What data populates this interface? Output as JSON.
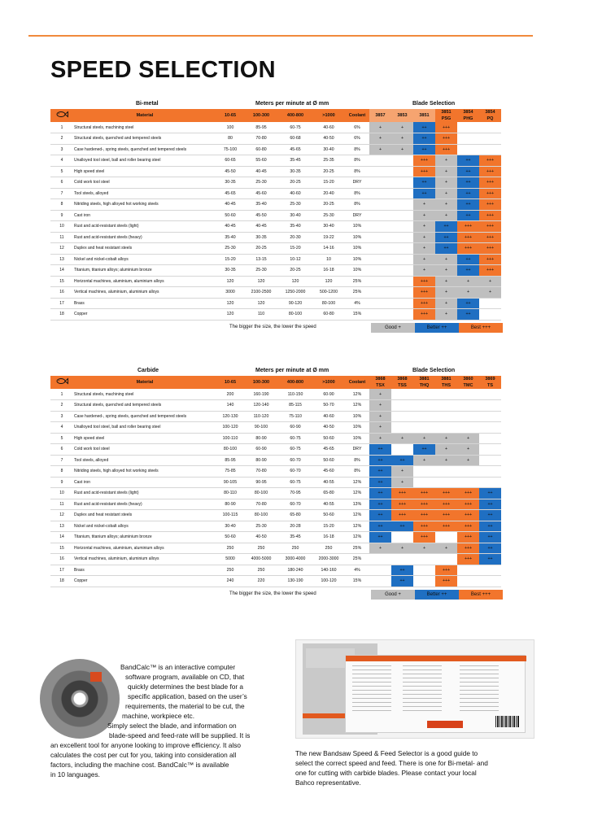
{
  "page": {
    "title": "SPEED SELECTION"
  },
  "bimetal": {
    "section_label": "Bi-metal",
    "speed_label": "Meters per minute at Ø mm",
    "blade_label": "Blade Selection",
    "headers": {
      "material": "Material",
      "speeds": [
        "10-65",
        "100-300",
        "400-800",
        ">1000"
      ],
      "coolant": "Coolant",
      "blades": [
        "3857",
        "3853",
        "3851",
        "3851\nPSG",
        "3854\nPHG",
        "3854\nPQ"
      ]
    },
    "rows": [
      {
        "num": "1",
        "material": "Structural steels, machining steel",
        "speeds": [
          "100",
          "85-95",
          "60-75",
          "40-60"
        ],
        "coolant": "6%",
        "blades": [
          "+",
          "+",
          "++",
          "+++",
          "",
          ""
        ]
      },
      {
        "num": "2",
        "material": "Structural steels, quenched and tempered steels",
        "speeds": [
          "80",
          "70-80",
          "60-68",
          "40-50"
        ],
        "coolant": "6%",
        "blades": [
          "+",
          "+",
          "++",
          "+++",
          "",
          ""
        ]
      },
      {
        "num": "3",
        "material": "Case hardened-, spring steels, quenched and tempered steels",
        "speeds": [
          "75-100",
          "60-80",
          "45-65",
          "30-40"
        ],
        "coolant": "8%",
        "blades": [
          "+",
          "+",
          "++",
          "+++",
          "",
          ""
        ]
      },
      {
        "num": "4",
        "material": "Unalloyed tool steel, ball and roller bearing steel",
        "speeds": [
          "60-65",
          "55-60",
          "35-45",
          "25-35"
        ],
        "coolant": "8%",
        "blades": [
          "",
          "",
          "+++",
          "+",
          "++",
          "+++"
        ]
      },
      {
        "num": "5",
        "material": "High speed steel",
        "speeds": [
          "45-50",
          "40-45",
          "30-35",
          "20-25"
        ],
        "coolant": "8%",
        "blades": [
          "",
          "",
          "+++",
          "+",
          "++",
          "+++"
        ]
      },
      {
        "num": "6",
        "material": "Cold work tool steel",
        "speeds": [
          "30-35",
          "25-30",
          "20-25",
          "15-20"
        ],
        "coolant": "DRY",
        "blades": [
          "",
          "",
          "++",
          "+",
          "++",
          "+++"
        ]
      },
      {
        "num": "7",
        "material": "Tool steels, alloyed",
        "speeds": [
          "45-65",
          "45-60",
          "40-60",
          "20-40"
        ],
        "coolant": "8%",
        "blades": [
          "",
          "",
          "++",
          "+",
          "++",
          "+++"
        ]
      },
      {
        "num": "8",
        "material": "Nitriding steels, high alloyed hot working steels",
        "speeds": [
          "40-45",
          "35-40",
          "25-30",
          "20-25"
        ],
        "coolant": "8%",
        "blades": [
          "",
          "",
          "+",
          "+",
          "++",
          "+++"
        ]
      },
      {
        "num": "9",
        "material": "Cast iron",
        "speeds": [
          "50-60",
          "45-50",
          "30-40",
          "25-30"
        ],
        "coolant": "DRY",
        "blades": [
          "",
          "",
          "+",
          "+",
          "++",
          "+++"
        ]
      },
      {
        "num": "10",
        "material": "Rust and acid-resistant steels (light)",
        "speeds": [
          "40-45",
          "40-45",
          "35-40",
          "30-40"
        ],
        "coolant": "10%",
        "blades": [
          "",
          "",
          "+",
          "++",
          "+++",
          "+++"
        ]
      },
      {
        "num": "11",
        "material": "Rust and acid-resistant steels (heavy)",
        "speeds": [
          "35-40",
          "30-35",
          "20-30",
          "19-22"
        ],
        "coolant": "10%",
        "blades": [
          "",
          "",
          "+",
          "++",
          "+++",
          "+++"
        ]
      },
      {
        "num": "12",
        "material": "Duplex and heat resistant steels",
        "speeds": [
          "25-30",
          "20-25",
          "15-20",
          "14-16"
        ],
        "coolant": "10%",
        "blades": [
          "",
          "",
          "+",
          "++",
          "+++",
          "+++"
        ]
      },
      {
        "num": "13",
        "material": "Nickel and nickel-cobalt alloys",
        "speeds": [
          "15-20",
          "13-15",
          "10-12",
          "10"
        ],
        "coolant": "10%",
        "blades": [
          "",
          "",
          "+",
          "+",
          "++",
          "+++"
        ]
      },
      {
        "num": "14",
        "material": "Titanium, titanium alloys; aluminium bronze",
        "speeds": [
          "30-35",
          "25-30",
          "20-25",
          "16-18"
        ],
        "coolant": "10%",
        "blades": [
          "",
          "",
          "+",
          "+",
          "++",
          "+++"
        ]
      },
      {
        "num": "15",
        "material": "Horizontal machines, aluminium, aluminium alloys",
        "speeds": [
          "120",
          "120",
          "120",
          "120"
        ],
        "coolant": "25%",
        "blades": [
          "",
          "",
          "+++",
          "+",
          "+",
          "+"
        ]
      },
      {
        "num": "16",
        "material": "Vertical machines, aluminium, aluminium alloys",
        "speeds": [
          "3000",
          "2100-2500",
          "1250-2000",
          "500-1200"
        ],
        "coolant": "25%",
        "blades": [
          "",
          "",
          "+++",
          "+",
          "+",
          "+"
        ]
      },
      {
        "num": "17",
        "material": "Brass",
        "speeds": [
          "120",
          "120",
          "90-120",
          "80-100"
        ],
        "coolant": "4%",
        "blades": [
          "",
          "",
          "+++",
          "+",
          "++",
          ""
        ]
      },
      {
        "num": "18",
        "material": "Copper",
        "speeds": [
          "120",
          "110",
          "80-100",
          "60-80"
        ],
        "coolant": "15%",
        "blades": [
          "",
          "",
          "+++",
          "+",
          "++",
          ""
        ]
      }
    ]
  },
  "carbide": {
    "section_label": "Carbide",
    "speed_label": "Meters per minute at Ø mm",
    "blade_label": "Blade Selection",
    "headers": {
      "material": "Material",
      "speeds": [
        "10-65",
        "100-300",
        "400-800",
        ">1000"
      ],
      "coolant": "Coolant",
      "blades": [
        "3868\nTSX",
        "3868\nTSS",
        "3881\nTHQ",
        "3881\nTHS",
        "3860\nTMC",
        "3869\nTS"
      ]
    },
    "rows": [
      {
        "num": "1",
        "material": "Structural steels, machining steel",
        "speeds": [
          "200",
          "160-190",
          "110-150",
          "60-90"
        ],
        "coolant": "12%",
        "blades": [
          "+",
          "",
          "",
          "",
          "",
          ""
        ]
      },
      {
        "num": "2",
        "material": "Structural steels, quenched and tempered steels",
        "speeds": [
          "140",
          "120-140",
          "85-115",
          "50-70"
        ],
        "coolant": "12%",
        "blades": [
          "+",
          "",
          "",
          "",
          "",
          ""
        ]
      },
      {
        "num": "3",
        "material": "Case hardened-, spring steels, quenched and tempered steels",
        "speeds": [
          "120-130",
          "110-120",
          "75-110",
          "40-60"
        ],
        "coolant": "10%",
        "blades": [
          "+",
          "",
          "",
          "",
          "",
          ""
        ]
      },
      {
        "num": "4",
        "material": "Unalloyed tool steel, ball and roller bearing steel",
        "speeds": [
          "100-120",
          "90-100",
          "60-90",
          "40-50"
        ],
        "coolant": "10%",
        "blades": [
          "+",
          "",
          "",
          "",
          "",
          ""
        ]
      },
      {
        "num": "5",
        "material": "High speed steel",
        "speeds": [
          "100-110",
          "80-90",
          "60-75",
          "50-60"
        ],
        "coolant": "10%",
        "blades": [
          "+",
          "+",
          "+",
          "+",
          "+",
          ""
        ]
      },
      {
        "num": "6",
        "material": "Cold work tool steel",
        "speeds": [
          "80-100",
          "60-90",
          "60-75",
          "45-65"
        ],
        "coolant": "DRY",
        "blades": [
          "++",
          "",
          "++",
          "+",
          "+",
          ""
        ]
      },
      {
        "num": "7",
        "material": "Tool steels, alloyed",
        "speeds": [
          "85-95",
          "80-90",
          "60-70",
          "50-60"
        ],
        "coolant": "8%",
        "blades": [
          "++",
          "++",
          "+",
          "+",
          "+",
          ""
        ]
      },
      {
        "num": "8",
        "material": "Nitriding steels, high alloyed hot working steels",
        "speeds": [
          "75-85",
          "70-80",
          "60-70",
          "45-60"
        ],
        "coolant": "8%",
        "blades": [
          "++",
          "+",
          "",
          "",
          "",
          ""
        ]
      },
      {
        "num": "9",
        "material": "Cast iron",
        "speeds": [
          "90-105",
          "90-95",
          "60-75",
          "40-55"
        ],
        "coolant": "12%",
        "blades": [
          "++",
          "+",
          "",
          "",
          "",
          ""
        ]
      },
      {
        "num": "10",
        "material": "Rust and acid-resistant steels (light)",
        "speeds": [
          "80-110",
          "80-100",
          "70-95",
          "65-80"
        ],
        "coolant": "12%",
        "blades": [
          "++",
          "+++",
          "+++",
          "+++",
          "+++",
          "++"
        ]
      },
      {
        "num": "11",
        "material": "Rust and acid-resistant steels (heavy)",
        "speeds": [
          "80-90",
          "70-80",
          "60-70",
          "40-55"
        ],
        "coolant": "13%",
        "blades": [
          "++",
          "+++",
          "+++",
          "+++",
          "+++",
          "++"
        ]
      },
      {
        "num": "12",
        "material": "Duplex and heat resistant steels",
        "speeds": [
          "100-115",
          "80-100",
          "65-80",
          "50-60"
        ],
        "coolant": "12%",
        "blades": [
          "++",
          "+++",
          "+++",
          "+++",
          "+++",
          "++"
        ]
      },
      {
        "num": "13",
        "material": "Nickel and nickel-cobalt alloys",
        "speeds": [
          "30-40",
          "25-30",
          "20-28",
          "15-20"
        ],
        "coolant": "12%",
        "blades": [
          "++",
          "++",
          "+++",
          "+++",
          "+++",
          "++"
        ]
      },
      {
        "num": "14",
        "material": "Titanium, titanium alloys; aluminium bronze",
        "speeds": [
          "50-60",
          "40-50",
          "35-45",
          "16-18"
        ],
        "coolant": "12%",
        "blades": [
          "++",
          "",
          "+++",
          "",
          "+++",
          "++"
        ]
      },
      {
        "num": "15",
        "material": "Horizontal machines, aluminium, aluminium alloys",
        "speeds": [
          "250",
          "250",
          "250",
          "250"
        ],
        "coolant": "25%",
        "blades": [
          "+",
          "+",
          "+",
          "+",
          "+++",
          "++"
        ]
      },
      {
        "num": "16",
        "material": "Vertical machines, aluminium, aluminium alloys",
        "speeds": [
          "5000",
          "4000-5000",
          "3000-4000",
          "2000-3000"
        ],
        "coolant": "25%",
        "blades": [
          "",
          "",
          "",
          "",
          "+++",
          "++"
        ]
      },
      {
        "num": "17",
        "material": "Brass",
        "speeds": [
          "250",
          "250",
          "180-240",
          "140-160"
        ],
        "coolant": "4%",
        "blades": [
          "",
          "++",
          "",
          "+++",
          "",
          ""
        ]
      },
      {
        "num": "18",
        "material": "Copper",
        "speeds": [
          "240",
          "220",
          "130-190",
          "100-120"
        ],
        "coolant": "15%",
        "blades": [
          "",
          "++",
          "",
          "+++",
          "",
          ""
        ]
      }
    ]
  },
  "legend": {
    "note": "The bigger the size, the lower the speed",
    "good": "Good +",
    "better": "Better ++",
    "best": "Best +++"
  },
  "colors": {
    "orange": "#f2752c",
    "blue": "#1f6fc2",
    "grey": "#bfbfbf"
  },
  "bandcalc": {
    "text_lines": [
      "BandCalc™ is an interactive computer",
      "software program, available on CD, that",
      "quickly determines the best blade for a",
      "specific application, based on the user’s",
      "requirements, the material to be cut, the",
      "machine, workpiece etc.",
      "Simply select the blade, and information on",
      "blade-speed and feed-rate will be supplied. It is",
      "an excellent tool for anyone looking to improve efficiency. It also",
      "calculates the cost per cut for you, taking into consideration all",
      "factors, including the machine cost. BandCalc™ is available",
      "in 10 languages."
    ]
  },
  "selector": {
    "text_lines": [
      "The new Bandsaw Speed & Feed Selector is a good guide to",
      "select the correct speed and feed. There is one for Bi-metal- and",
      "one for cutting with carbide blades. Please contact your local",
      "Bahco representative."
    ]
  }
}
